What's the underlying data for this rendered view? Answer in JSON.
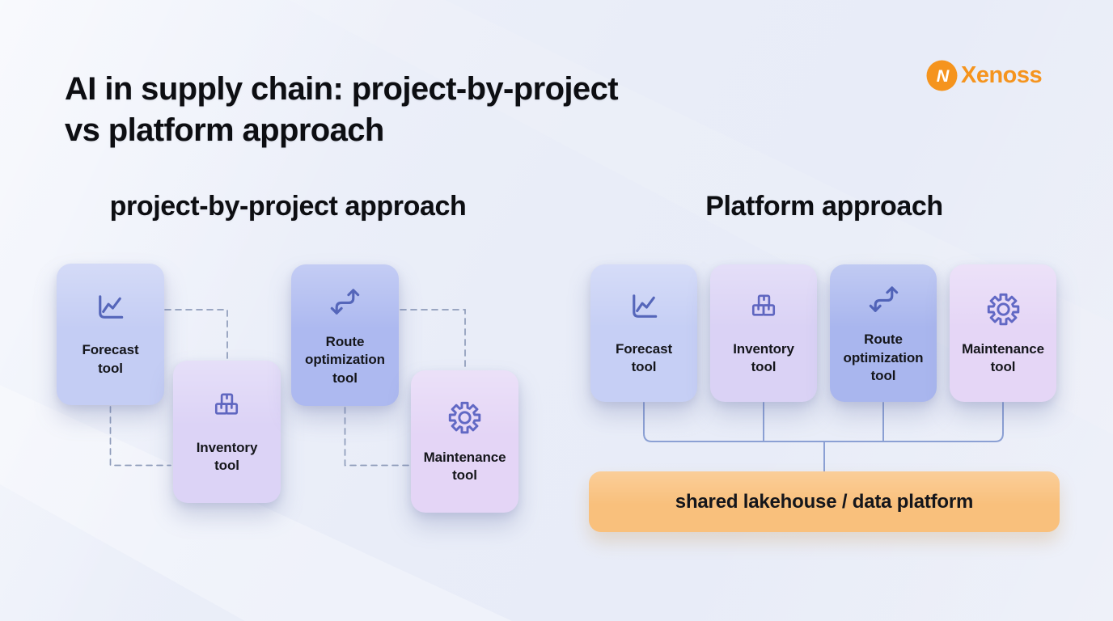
{
  "colors": {
    "title_text": "#0d0e12",
    "card_text": "#15161b",
    "logo_orange": "#f5941e",
    "platform_bar_bg": "#f9c07c",
    "dashed_connector": "#8e9cba",
    "solid_connector": "#8ba0d4"
  },
  "header": {
    "title_line1": "AI in supply chain: project-by-project",
    "title_line2": "vs platform approach",
    "logo_text": "Xenoss"
  },
  "left_section": {
    "heading": "project-by-project approach",
    "cards": [
      {
        "id": "forecast-tool-left",
        "label": "Forecast\ntool",
        "icon": "line-chart-icon",
        "bg": "#c4cdf4",
        "accent": "#5566ba"
      },
      {
        "id": "inventory-tool-left",
        "label": "Inventory\ntool",
        "icon": "stacked-boxes-icon",
        "bg": "#dcd3f6",
        "accent": "#5f66c0"
      },
      {
        "id": "route-optimization-tool-left",
        "label": "Route\noptimization\ntool",
        "icon": "route-arrows-icon",
        "bg": "#adb9f0",
        "accent": "#5566ba"
      },
      {
        "id": "maintenance-tool-left",
        "label": "Maintenance\ntool",
        "icon": "gear-icon",
        "bg": "#e4d5f6",
        "accent": "#6168c4"
      }
    ]
  },
  "right_section": {
    "heading": "Platform approach",
    "cards": [
      {
        "id": "forecast-tool-right",
        "label": "Forecast\ntool",
        "icon": "line-chart-icon",
        "bg": "#c6cff5",
        "accent": "#5566ba"
      },
      {
        "id": "inventory-tool-right",
        "label": "Inventory\ntool",
        "icon": "stacked-boxes-icon",
        "bg": "#dad2f5",
        "accent": "#5f66c0"
      },
      {
        "id": "route-optimization-tool-right",
        "label": "Route\noptimization\ntool",
        "icon": "route-arrows-icon",
        "bg": "#a9b6ee",
        "accent": "#5163b8"
      },
      {
        "id": "maintenance-tool-right",
        "label": "Maintenance\ntool",
        "icon": "gear-icon",
        "bg": "#e5d6f6",
        "accent": "#6168c4"
      }
    ],
    "platform_bar_label": "shared lakehouse / data platform"
  }
}
